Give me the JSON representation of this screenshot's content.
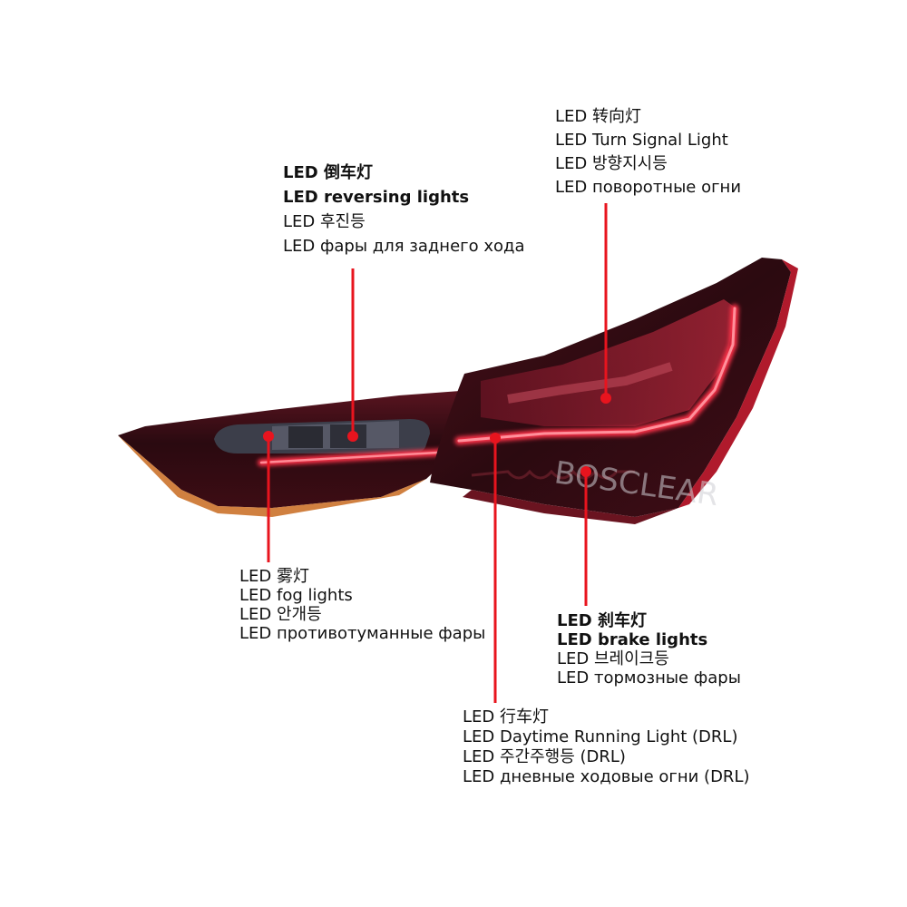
{
  "labels": {
    "reversing": [
      "LED 倒车灯",
      "LED reversing lights",
      "LED 후진등",
      "LED фары для заднего хода"
    ],
    "turn_signal": [
      "LED 转向灯",
      "LED Turn Signal Light",
      "LED 방향지시등",
      "LED поворотные огни"
    ],
    "fog": [
      "LED 雾灯",
      "LED fog lights",
      "LED 안개등",
      "LED противотуманные фары"
    ],
    "brake": [
      "LED 刹车灯",
      "LED brake lights",
      "LED 브레이크등",
      "LED тормозные фары"
    ],
    "drl": [
      "LED 行车灯",
      "LED Daytime Running Light (DRL)",
      "LED 주간주행등 (DRL)",
      "LED дневные ходовые огни (DRL)"
    ]
  },
  "watermark": "BOSCLEAR",
  "colors": {
    "pointer": "#e8141e",
    "lens_dark": "#3a0d16",
    "lens_red": "#c2182a",
    "led_strip": "#ff3048",
    "reflector": "#4a4c58"
  }
}
